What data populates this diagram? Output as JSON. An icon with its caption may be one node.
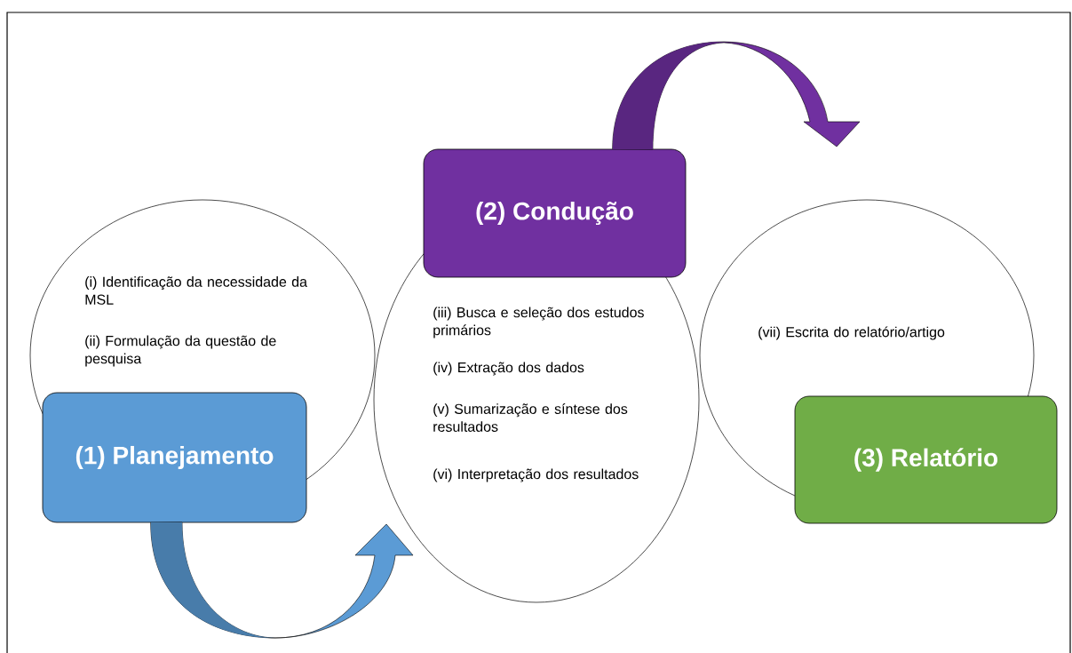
{
  "diagram": {
    "nodes": [
      {
        "text": [
          "(i) Identificação da necessidade da MSL",
          "(ii) Formulação da questão de pesquisa"
        ]
      },
      {
        "text": [
          "(1) Planejamento"
        ]
      },
      {
        "text": [
          "(iii) Busca e seleção dos estudos primários",
          "(iv) Extração dos dados",
          "(v) Sumarização e síntese dos resultados",
          "(vi) Interpretação dos resultados"
        ]
      },
      {
        "text": [
          "(2) Condução"
        ]
      },
      {
        "text": [
          "(vii) Escrita do relatório/artigo"
        ]
      },
      {
        "text": [
          "(3) Relatório"
        ]
      }
    ],
    "edges": [
      {
        "from": 1,
        "to": 2,
        "arrow": "to",
        "color": "#5b9bd5"
      },
      {
        "from": 3,
        "to": null,
        "arrow": "to",
        "color": "#7030a0"
      }
    ]
  }
}
